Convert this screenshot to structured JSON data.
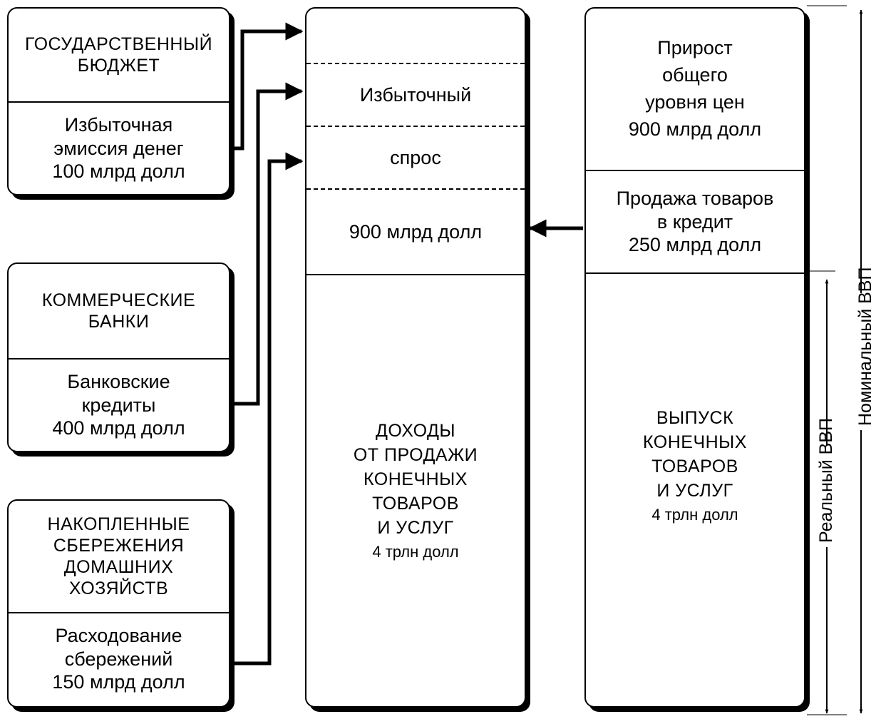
{
  "sources": {
    "budget": {
      "title": [
        "ГОСУДАРСТВЕННЫЙ",
        "БЮДЖЕТ"
      ],
      "body": [
        "Избыточная",
        "эмиссия денег",
        "100 млрд долл"
      ]
    },
    "banks": {
      "title": [
        "КОММЕРЧЕСКИЕ",
        "БАНКИ"
      ],
      "body": [
        "Банковские",
        "кредиты",
        "400 млрд долл"
      ]
    },
    "savings": {
      "title": [
        "НАКОПЛЕННЫЕ",
        "СБЕРЕЖЕНИЯ",
        "ДОМАШНИХ",
        "ХОЗЯЙСТВ"
      ],
      "body": [
        "Расходование",
        "сбережений",
        "150 млрд долл"
      ]
    }
  },
  "demand": {
    "excess": [
      "Избыточный",
      "спрос",
      "900 млрд долл"
    ],
    "income": [
      "ДОХОДЫ",
      "ОТ ПРОДАЖИ",
      "КОНЕЧНЫХ",
      "ТОВАРОВ",
      "И УСЛУГ",
      "4 трлн долл"
    ]
  },
  "supply": {
    "price_growth": [
      "Прирост",
      "общего",
      "уровня цен",
      "900 млрд долл"
    ],
    "credit_sales": [
      "Продажа товаров",
      "в кредит",
      "250 млрд долл"
    ],
    "output": [
      "ВЫПУСК",
      "КОНЕЧНЫХ",
      "ТОВАРОВ",
      "И УСЛУГ",
      "4 трлн долл"
    ]
  },
  "axes": {
    "real_gdp": "Реальный ВВП",
    "nominal_gdp": "Номинальный ВВП"
  }
}
